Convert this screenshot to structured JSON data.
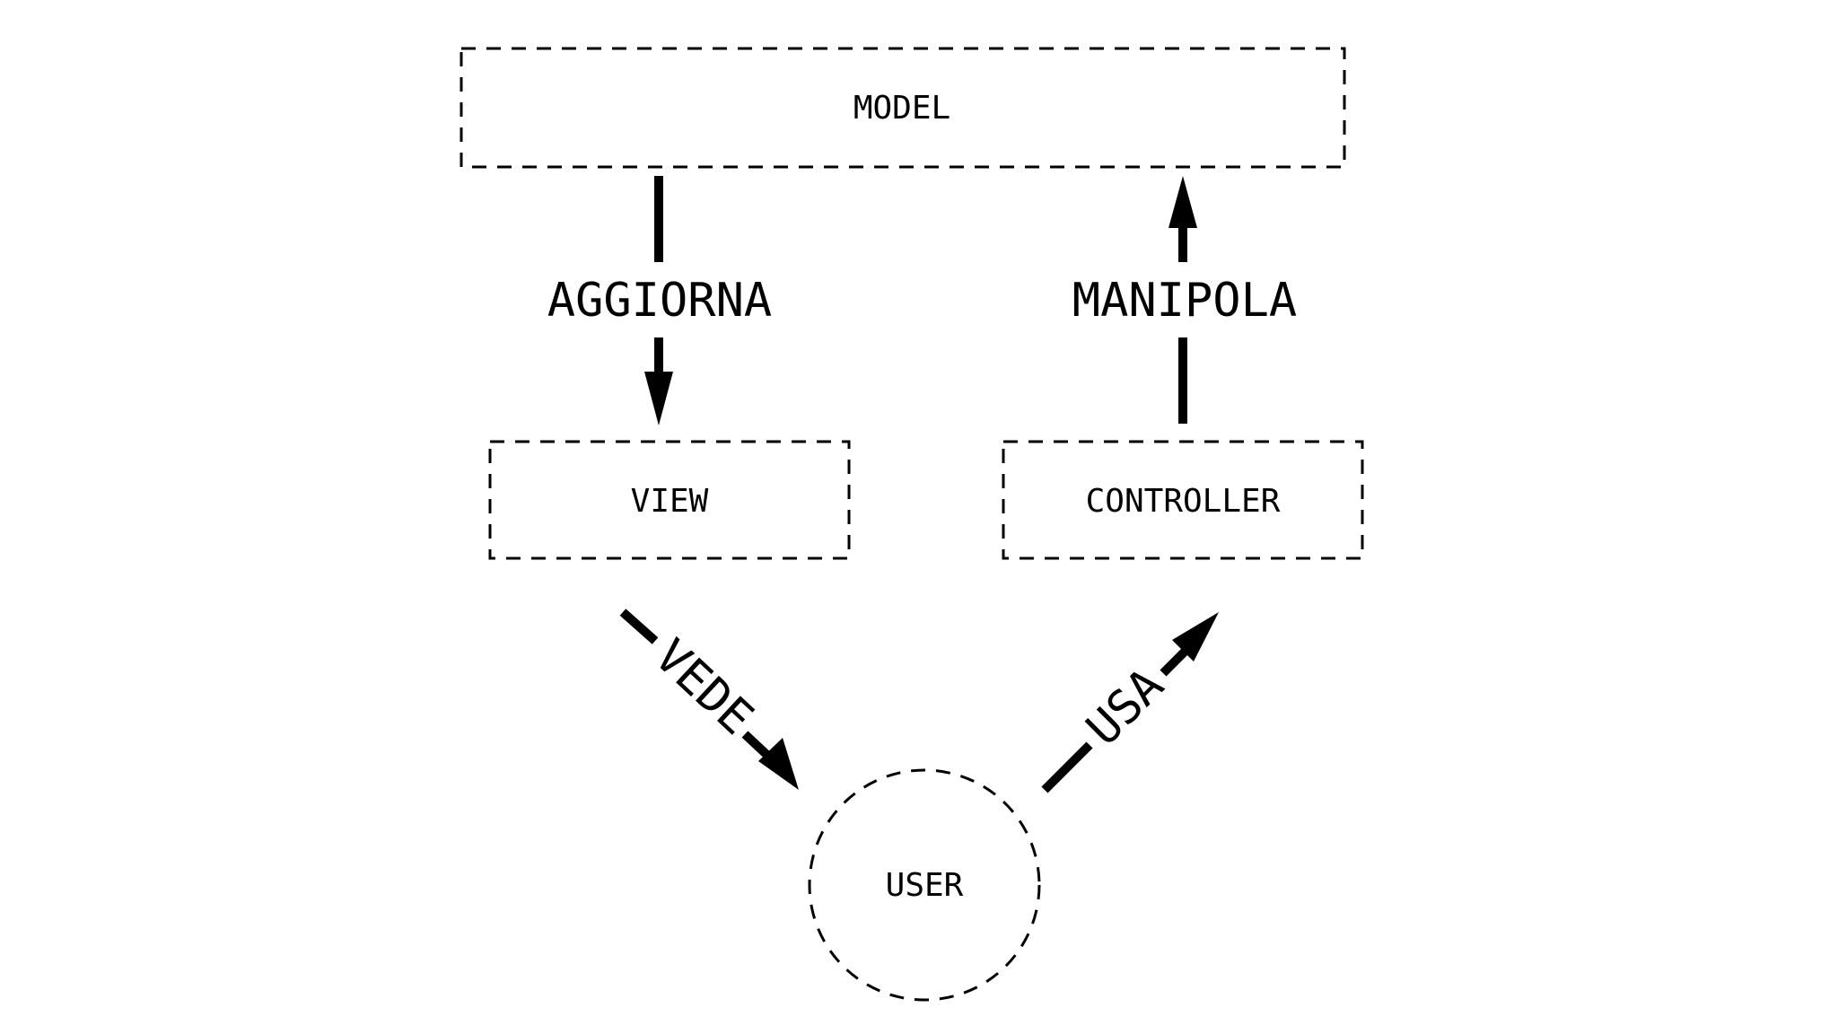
{
  "diagram": {
    "nodes": {
      "model": "MODEL",
      "view": "VIEW",
      "controller": "CONTROLLER",
      "user": "USER"
    },
    "edges": {
      "updates": "AGGIORNA",
      "manipulates": "MANIPOLA",
      "sees": "VEDE",
      "uses": "USA"
    }
  }
}
